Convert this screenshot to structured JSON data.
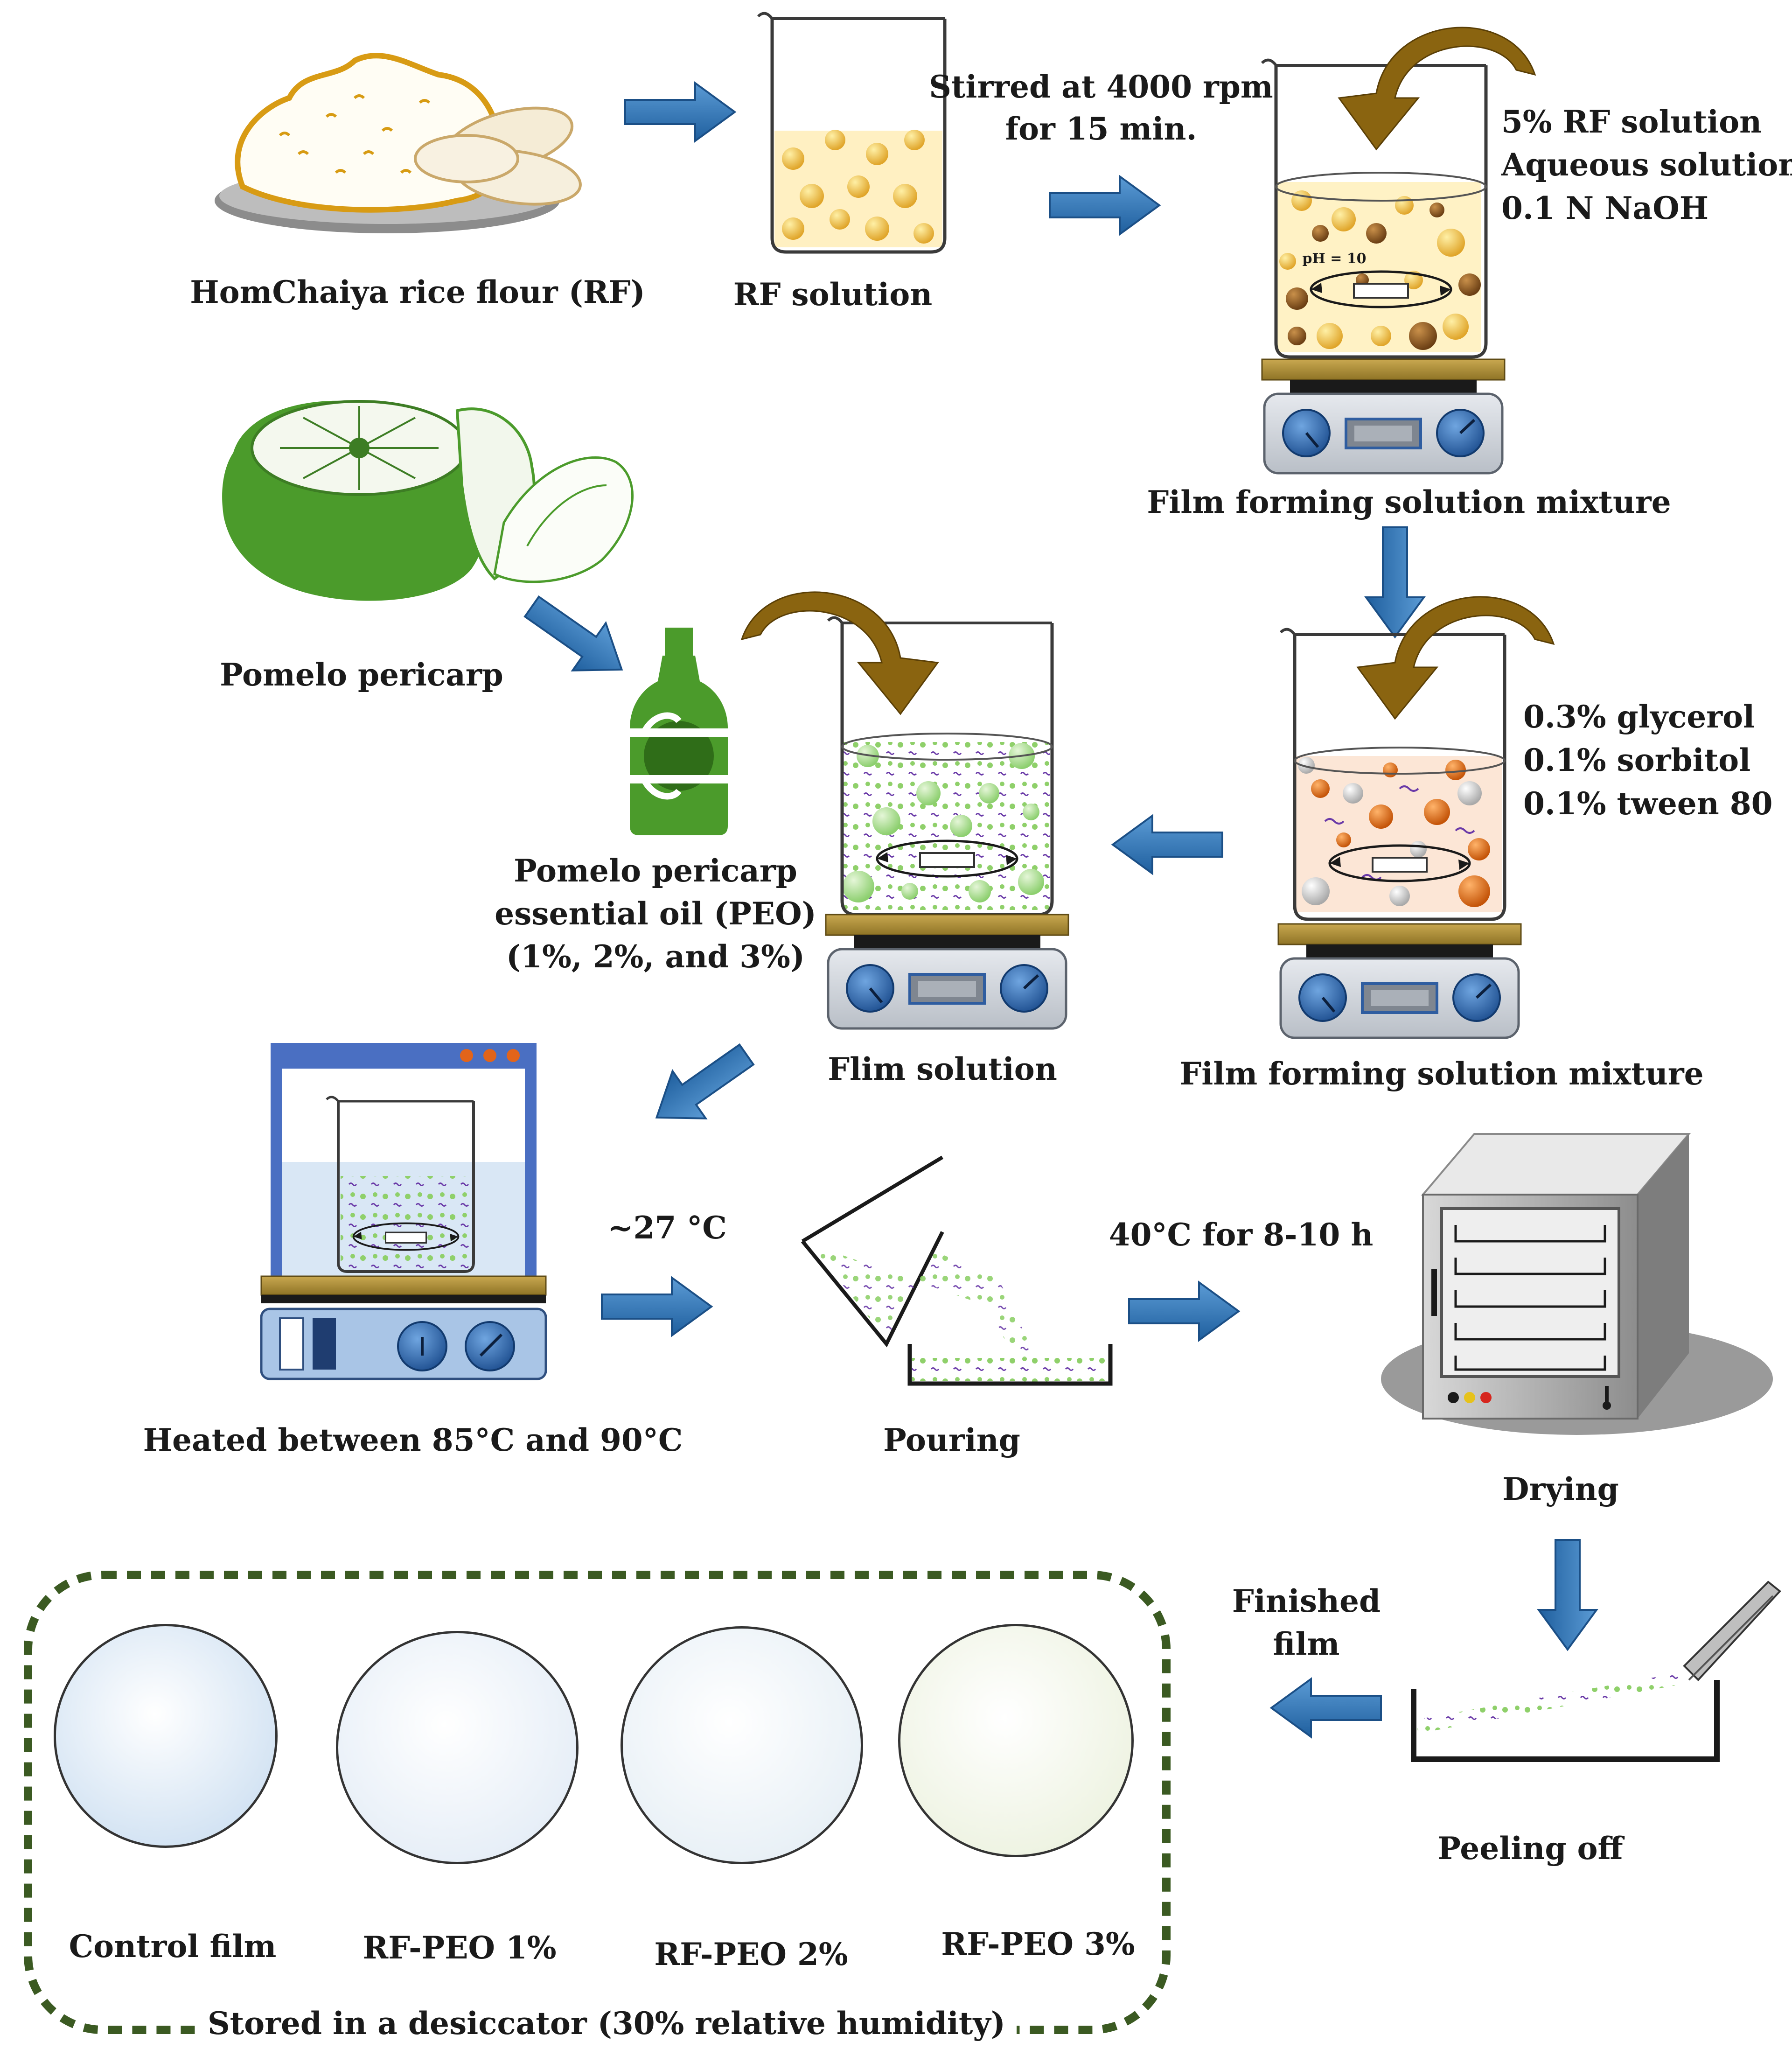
{
  "labels": {
    "rice_flour": "HomChaiya rice flour (RF)",
    "rf_solution": "RF solution",
    "stir_line1": "Stirred at 4000 rpm",
    "stir_line2": "for 15 min.",
    "rf_conc": "5% RF solution",
    "aqueous": "Aqueous solution",
    "naoh": "0.1 N NaOH",
    "ph": "pH = 10",
    "ffs_top": "Film forming solution mixture",
    "pomelo": "Pomelo pericarp",
    "glycerol": "0.3% glycerol",
    "sorbitol": "0.1% sorbitol",
    "tween": "0.1% tween 80",
    "peo_line1": "Pomelo pericarp",
    "peo_line2": "essential oil (PEO)",
    "peo_line3": "(1%, 2%, and 3%)",
    "film_solution": "Flim solution",
    "ffs_mid": "Film forming solution mixture",
    "temp_room": "~27 °C",
    "dry_cond": "40°C for 8-10 h",
    "heated": "Heated between 85°C and 90°C",
    "pouring": "Pouring",
    "drying": "Drying",
    "finished_line1": "Finished",
    "finished_line2": "film",
    "peeling": "Peeling off",
    "storage": "Stored in a desiccator (30% relative humidity)"
  },
  "films": [
    {
      "label": "Control film",
      "color": "#d3e3f3"
    },
    {
      "label": "RF-PEO 1%",
      "color": "#e6eef7"
    },
    {
      "label": "RF-PEO 2%",
      "color": "#e8f0f6"
    },
    {
      "label": "RF-PEO 3%",
      "color": "#eef3e2"
    }
  ],
  "colors": {
    "arrow": "#2e75b6",
    "curved_arrow": "#8a6410",
    "pomelo_green": "#4a9a30",
    "dotted_border": "#3b5a22"
  }
}
